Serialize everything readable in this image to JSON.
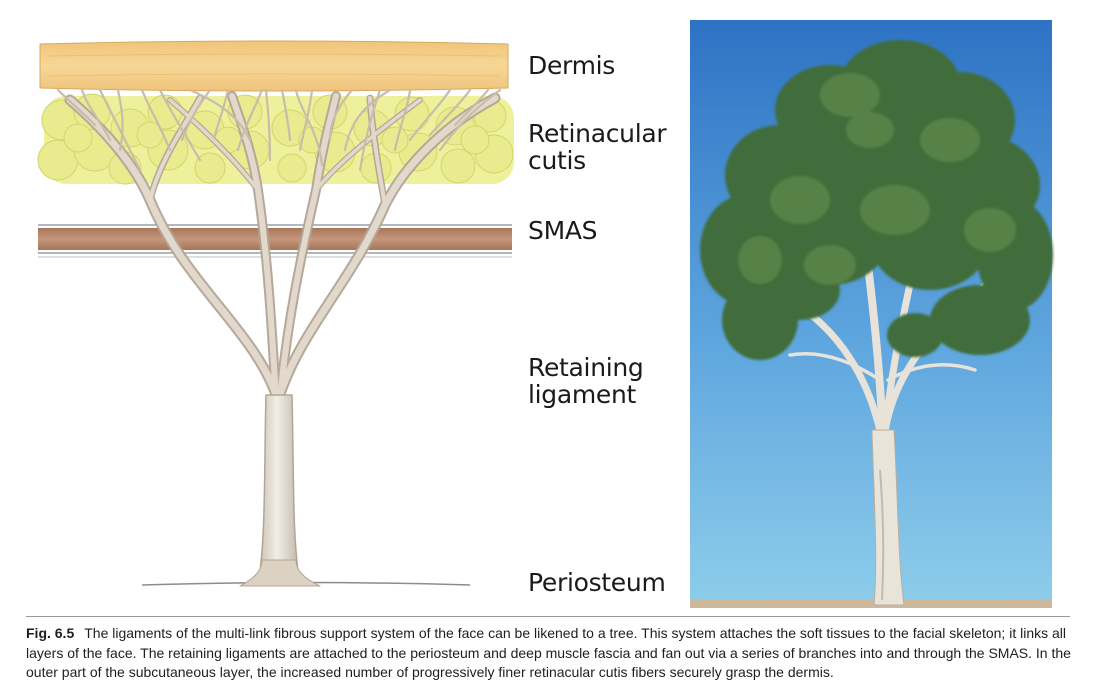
{
  "figure": {
    "labels": {
      "dermis": "Dermis",
      "retinacular_line1": "Retinacular",
      "retinacular_line2": "cutis",
      "smas": "SMAS",
      "retaining_line1": "Retaining",
      "retaining_line2": "ligament",
      "periosteum": "Periosteum"
    },
    "colors": {
      "dermis": "#f4cf87",
      "fat": "#e9ec92",
      "smas": "#b98866",
      "ligament": "#d9ccbc",
      "sky_top": "#2e73c4",
      "sky_bottom": "#8ecdea",
      "foliage": "#3d6a3a",
      "trunk": "#e6e1d6"
    }
  },
  "caption": {
    "label": "Fig. 6.5",
    "text": "The ligaments of the multi-link fibrous support system of the face can be likened to a tree. This system attaches the soft tissues to the facial skeleton; it links all layers of the face. The retaining ligaments are attached to the periosteum and deep muscle fascia and fan out via a series of branches into and through the SMAS. In the outer part of the subcutaneous layer, the increased number of progressively finer retinacular cutis fibers securely grasp the dermis."
  }
}
